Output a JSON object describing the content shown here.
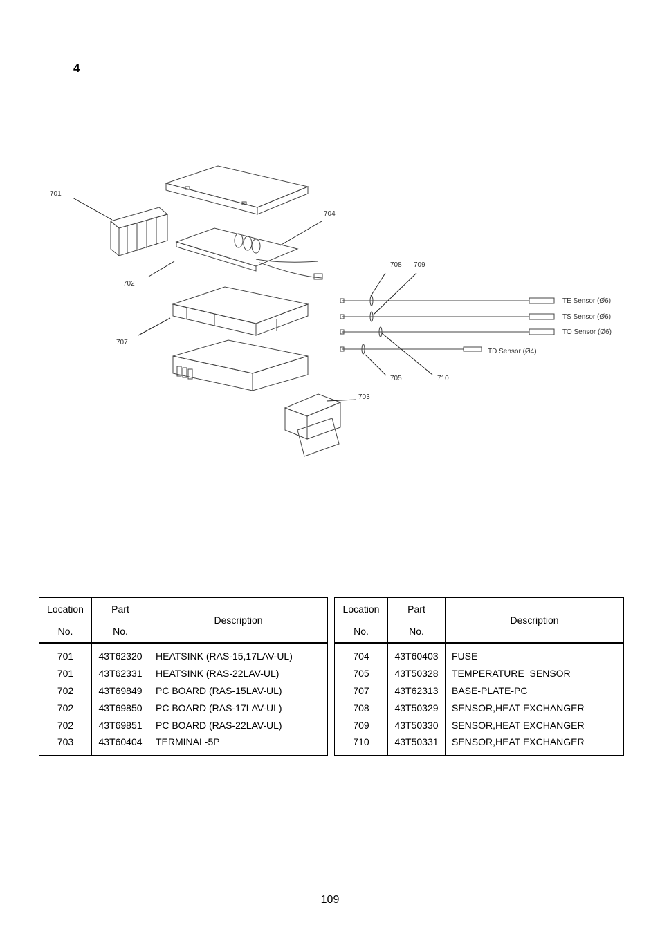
{
  "section_number": "4",
  "diagram": {
    "callouts": {
      "c701": "701",
      "c702": "702",
      "c703": "703",
      "c704": "704",
      "c705": "705",
      "c707": "707",
      "c708": "708",
      "c709": "709",
      "c710": "710"
    },
    "sensors": {
      "te": "TE Sensor (Ø6)",
      "ts": "TS Sensor (Ø6)",
      "to": "TO Sensor (Ø6)",
      "td": "TD Sensor (Ø4)"
    }
  },
  "table_headers": {
    "location_line1": "Location",
    "location_line2": "No.",
    "part_line1": "Part",
    "part_line2": "No.",
    "description": "Description"
  },
  "left_table": [
    {
      "location": "701",
      "part": "43T62320",
      "description": "HEATSINK (RAS-15,17LAV-UL)"
    },
    {
      "location": "701",
      "part": "43T62331",
      "description": "HEATSINK (RAS-22LAV-UL)"
    },
    {
      "location": "702",
      "part": "43T69849",
      "description": "PC BOARD (RAS-15LAV-UL)"
    },
    {
      "location": "702",
      "part": "43T69850",
      "description": "PC BOARD (RAS-17LAV-UL)"
    },
    {
      "location": "702",
      "part": "43T69851",
      "description": "PC BOARD (RAS-22LAV-UL)"
    },
    {
      "location": "703",
      "part": "43T60404",
      "description": "TERMINAL-5P"
    }
  ],
  "right_table": [
    {
      "location": "704",
      "part": "43T60403",
      "description": "FUSE"
    },
    {
      "location": "705",
      "part": "43T50328",
      "description": "TEMPERATURE  SENSOR"
    },
    {
      "location": "707",
      "part": "43T62313",
      "description": "BASE-PLATE-PC"
    },
    {
      "location": "708",
      "part": "43T50329",
      "description": "SENSOR,HEAT EXCHANGER"
    },
    {
      "location": "709",
      "part": "43T50330",
      "description": "SENSOR,HEAT EXCHANGER"
    },
    {
      "location": "710",
      "part": "43T50331",
      "description": "SENSOR,HEAT EXCHANGER"
    }
  ],
  "page_number": "109"
}
